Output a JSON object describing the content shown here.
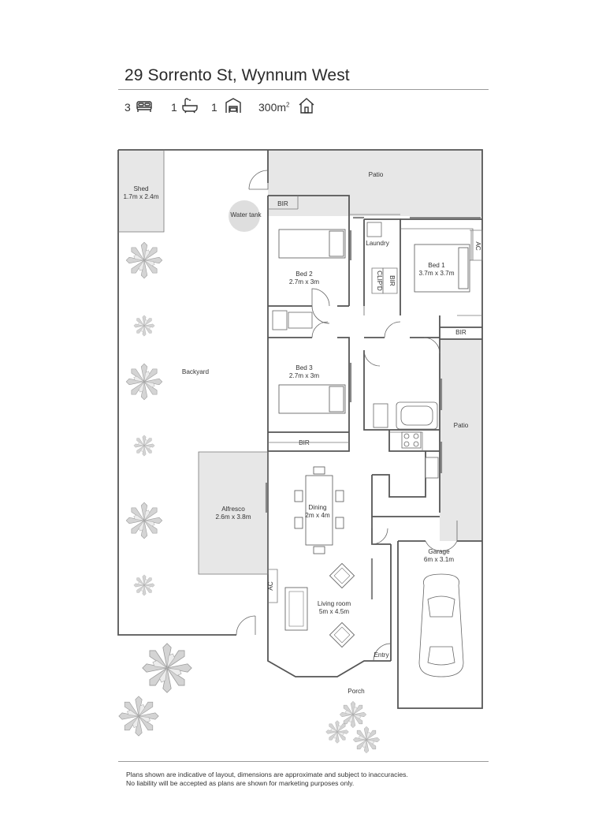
{
  "header": {
    "address": "29 Sorrento St, Wynnum West",
    "beds": "3",
    "baths": "1",
    "garage": "1",
    "land_area": "300m",
    "land_area_sup": "2",
    "icons": [
      "bed-icon",
      "bath-icon",
      "garage-icon",
      "house-icon"
    ]
  },
  "rooms": {
    "patio_top": "Patio",
    "shed": "Shed",
    "shed_size": "1.7m x 2.4m",
    "water_tank": "Water tank",
    "bir_bed2": "BIR",
    "bed2": "Bed 2",
    "bed2_size": "2.7m x 3m",
    "laundry": "Laundry",
    "bed1": "Bed 1",
    "bed1_size": "3.7m x 3.7m",
    "ac_bed1": "AC",
    "clipd": "CLIP'D",
    "bir_hall": "BIR",
    "bir_bed1": "BIR",
    "backyard": "Backyard",
    "bed3": "Bed 3",
    "bed3_size": "2.7m x 3m",
    "patio_side": "Patio",
    "bir_bed3": "BIR",
    "alfresco": "Alfresco",
    "alfresco_size": "2.6m x 3.8m",
    "dining": "Dining",
    "dining_size": "2m x 4m",
    "garage": "Garage",
    "garage_size": "6m x 3.1m",
    "ac_living": "AC",
    "living": "Living room",
    "living_size": "5m x 4.5m",
    "entry": "Entry",
    "porch": "Porch"
  },
  "disclaimer": {
    "line1": "Plans shown are indicative of layout, dimensions are approximate and subject to inaccuracies.",
    "line2": "No liability will be accepted as plans are shown for marketing purposes only."
  }
}
